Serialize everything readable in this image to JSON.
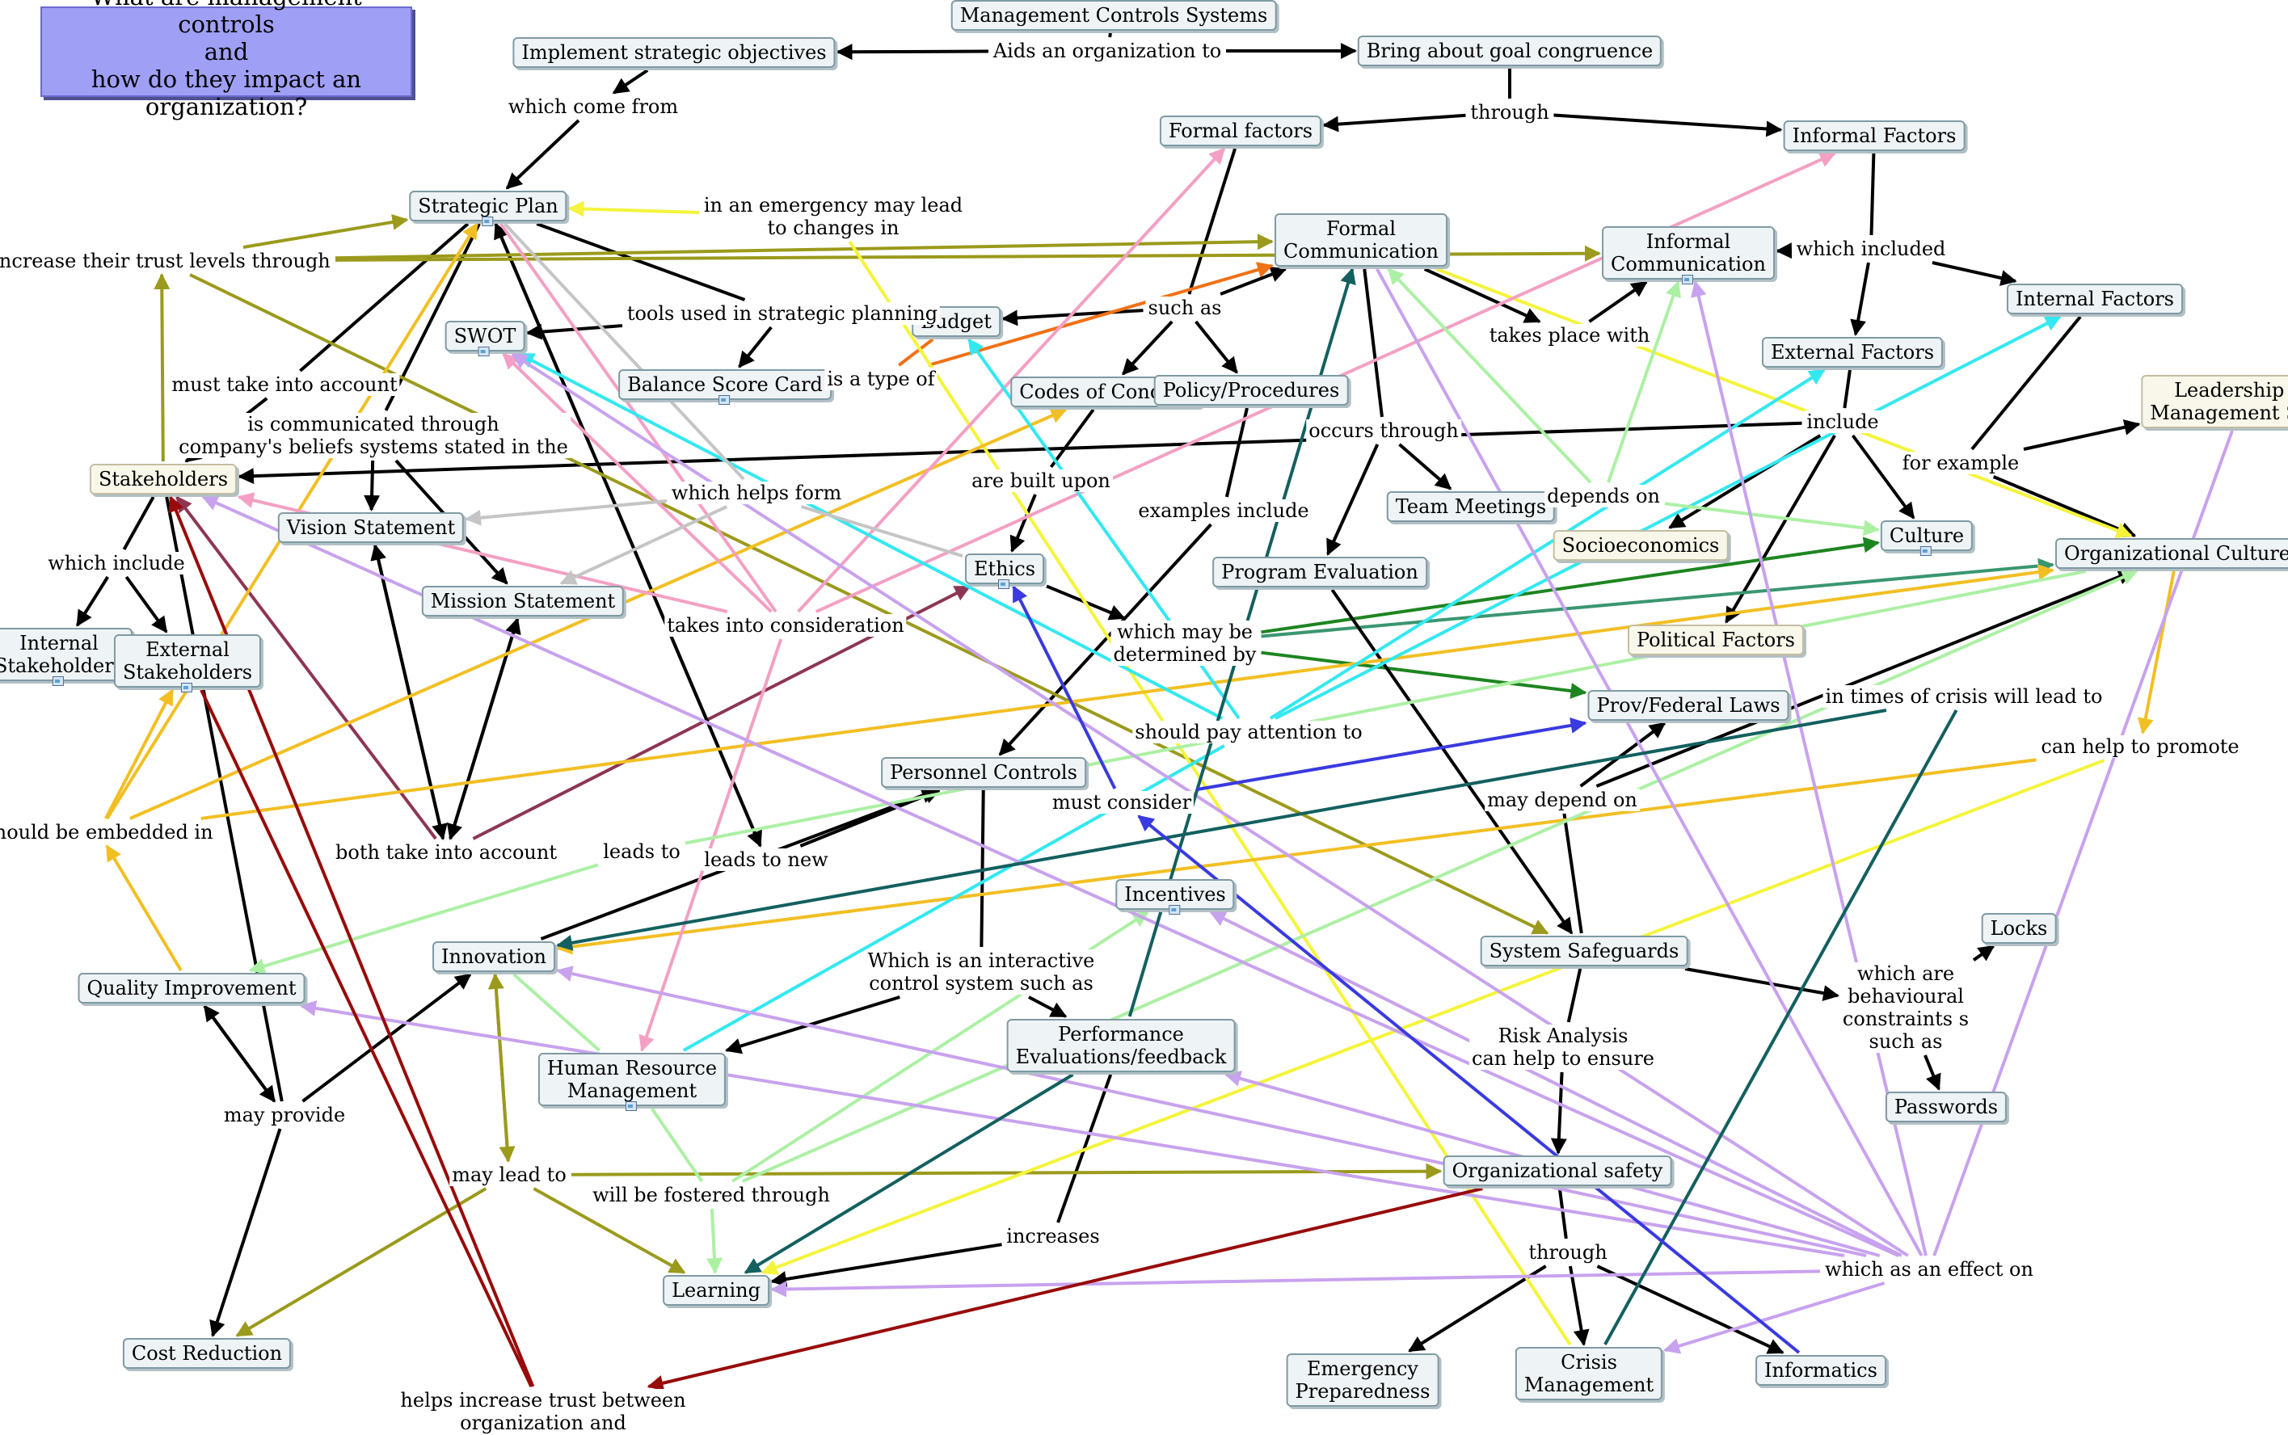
{
  "title": {
    "line1": "What are management controls",
    "line2": "and",
    "line3": "how do they impact an organization?"
  },
  "colors": {
    "black": "#000000",
    "olive": "#9b9a1c",
    "yellow": "#f4f43c",
    "gold": "#f2bf23",
    "orange": "#f07116",
    "pink": "#f3a0c4",
    "cyan": "#33e8f0",
    "lightgreen": "#acf0a4",
    "lavender": "#c8a2ee",
    "teal": "#13605f",
    "green": "#1d8520",
    "seagreen": "#3a9670",
    "blue": "#3a3ae0",
    "maroon": "#8d3654",
    "darkred": "#980b0b",
    "gray": "#c5c5c5"
  },
  "concepts": [
    {
      "id": "mcs",
      "label": "Management Controls Systems",
      "icon": false
    },
    {
      "id": "implement",
      "label": "Implement strategic objectives",
      "icon": false
    },
    {
      "id": "goal",
      "label": "Bring about goal congruence",
      "icon": false
    },
    {
      "id": "formal",
      "label": "Formal factors",
      "icon": false
    },
    {
      "id": "informal",
      "label": "Informal Factors",
      "icon": false
    },
    {
      "id": "strategic",
      "label": "Strategic Plan",
      "icon": true
    },
    {
      "id": "formalcomm",
      "label": "Formal\nCommunication",
      "icon": false
    },
    {
      "id": "informalcomm",
      "label": "Informal\nCommunication",
      "icon": true
    },
    {
      "id": "internalfactors",
      "label": "Internal Factors",
      "icon": false
    },
    {
      "id": "swot",
      "label": "SWOT",
      "icon": true
    },
    {
      "id": "budget",
      "label": "Budget",
      "icon": false
    },
    {
      "id": "externalfactors",
      "label": "External Factors",
      "icon": false
    },
    {
      "id": "bsc",
      "label": "Balance Score Card",
      "icon": true
    },
    {
      "id": "codes",
      "label": "Codes of Conduct",
      "icon": false
    },
    {
      "id": "policy",
      "label": "Policy/Procedures",
      "icon": false
    },
    {
      "id": "leadership",
      "label": "Leadership or\nManagement Style",
      "icon": false,
      "alt": true
    },
    {
      "id": "stakeholders",
      "label": "Stakeholders",
      "icon": false,
      "alt": true
    },
    {
      "id": "teammeetings",
      "label": "Team Meetings",
      "icon": false
    },
    {
      "id": "vision",
      "label": "Vision Statement",
      "icon": false
    },
    {
      "id": "socio",
      "label": "Socioeconomics",
      "icon": false,
      "alt": true
    },
    {
      "id": "culture",
      "label": "Culture",
      "icon": true
    },
    {
      "id": "orgculture",
      "label": "Organizational Culture",
      "icon": false
    },
    {
      "id": "ethics",
      "label": "Ethics",
      "icon": true
    },
    {
      "id": "programeval",
      "label": "Program Evaluation",
      "icon": false
    },
    {
      "id": "mission",
      "label": "Mission Statement",
      "icon": false
    },
    {
      "id": "internalstake",
      "label": "Internal\nStakeholders",
      "icon": true
    },
    {
      "id": "externalstake",
      "label": "External\nStakeholders",
      "icon": true
    },
    {
      "id": "political",
      "label": "Political Factors",
      "icon": false,
      "alt": true
    },
    {
      "id": "provlaws",
      "label": "Prov/Federal Laws",
      "icon": false
    },
    {
      "id": "personnel",
      "label": "Personnel Controls",
      "icon": false
    },
    {
      "id": "incentives",
      "label": "Incentives",
      "icon": true
    },
    {
      "id": "locks",
      "label": "Locks",
      "icon": false
    },
    {
      "id": "innovation",
      "label": "Innovation",
      "icon": false
    },
    {
      "id": "syssafe",
      "label": "System Safeguards",
      "icon": false
    },
    {
      "id": "quality",
      "label": "Quality Improvement",
      "icon": false
    },
    {
      "id": "hrm",
      "label": "Human Resource\nManagement",
      "icon": true
    },
    {
      "id": "perfeval",
      "label": "Performance\nEvaluations/feedback",
      "icon": false
    },
    {
      "id": "passwords",
      "label": "Passwords",
      "icon": false
    },
    {
      "id": "orgsafety",
      "label": "Organizational safety",
      "icon": false
    },
    {
      "id": "learning",
      "label": "Learning",
      "icon": false
    },
    {
      "id": "costred",
      "label": "Cost Reduction",
      "icon": false
    },
    {
      "id": "emergency",
      "label": "Emergency\nPreparedness",
      "icon": false
    },
    {
      "id": "crisis",
      "label": "Crisis\nManagement",
      "icon": false
    },
    {
      "id": "informatics",
      "label": "Informatics",
      "icon": false
    }
  ],
  "phrases": [
    {
      "id": "aids",
      "label": "Aids an organization to"
    },
    {
      "id": "whichcome",
      "label": "which come from"
    },
    {
      "id": "through1",
      "label": "through"
    },
    {
      "id": "emergencylead",
      "label": "in an emergency may lead\nto changes in"
    },
    {
      "id": "whichincluded",
      "label": "which included"
    },
    {
      "id": "increasetrust",
      "label": "increase their trust levels through"
    },
    {
      "id": "toolsused",
      "label": "tools used in strategic planning"
    },
    {
      "id": "suchas1",
      "label": "such as"
    },
    {
      "id": "takesplace",
      "label": "takes place with"
    },
    {
      "id": "isatype",
      "label": "is a type of"
    },
    {
      "id": "mustaccount",
      "label": "must take into account"
    },
    {
      "id": "include",
      "label": "include"
    },
    {
      "id": "communicated",
      "label": "is communicated through\ncompany's beliefs systems stated in the"
    },
    {
      "id": "occursthrough",
      "label": "occurs through"
    },
    {
      "id": "forexample",
      "label": "for example"
    },
    {
      "id": "builtupon",
      "label": "are built upon"
    },
    {
      "id": "helpsform",
      "label": "which helps form"
    },
    {
      "id": "dependson",
      "label": "depends on"
    },
    {
      "id": "examplesinclude",
      "label": "examples include"
    },
    {
      "id": "whichinclude",
      "label": "which include"
    },
    {
      "id": "takesconsider",
      "label": "takes into consideration"
    },
    {
      "id": "determinedby",
      "label": "which may be\ndetermined by"
    },
    {
      "id": "crisislead",
      "label": "in times of crisis will lead to"
    },
    {
      "id": "shouldattention",
      "label": "should pay attention to"
    },
    {
      "id": "canhelp",
      "label": "can help to promote"
    },
    {
      "id": "embedded",
      "label": "should be embedded in"
    },
    {
      "id": "mustconsider",
      "label": "must consider"
    },
    {
      "id": "maydepend",
      "label": "may depend on"
    },
    {
      "id": "bothtake",
      "label": "both take into account"
    },
    {
      "id": "leadsto",
      "label": "leads to"
    },
    {
      "id": "leadsnew",
      "label": "leads to new"
    },
    {
      "id": "interactive",
      "label": "Which is an interactive\ncontrol system such as"
    },
    {
      "id": "behavioural",
      "label": "which are\nbehavioural\nconstraints s\nsuch as"
    },
    {
      "id": "riskanalysis",
      "label": "Risk Analysis\ncan help to ensure"
    },
    {
      "id": "mayprovide",
      "label": "may provide"
    },
    {
      "id": "maylead",
      "label": "may lead to"
    },
    {
      "id": "fostered",
      "label": "will be fostered through"
    },
    {
      "id": "increases",
      "label": "increases"
    },
    {
      "id": "through2",
      "label": "through"
    },
    {
      "id": "effecton",
      "label": "which as an effect on"
    },
    {
      "id": "helpsincrease",
      "label": "helps increase trust between\norganization and"
    }
  ]
}
